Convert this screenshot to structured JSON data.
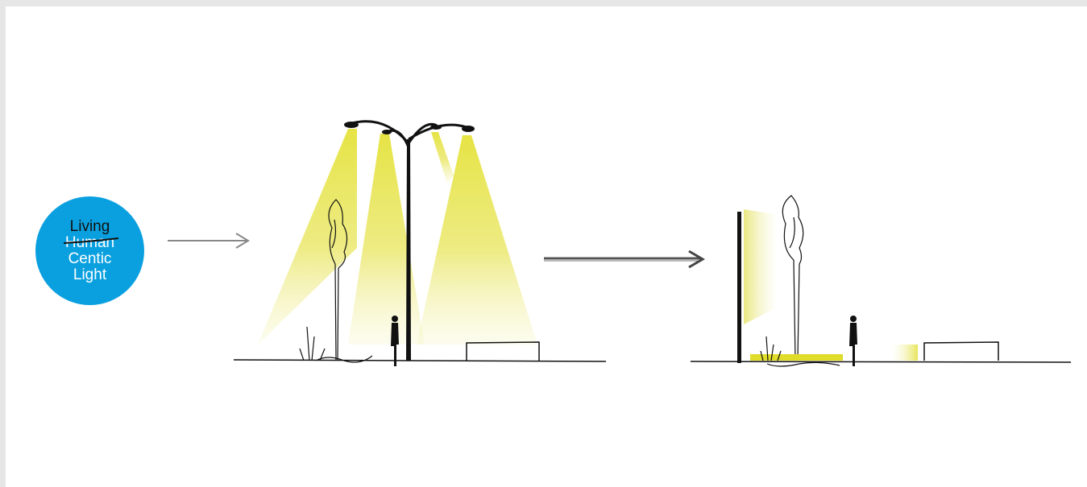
{
  "badge": {
    "line1": "Living",
    "line2": "Human",
    "line3": "Centic",
    "line4": "Light"
  },
  "colors": {
    "badge": "#0aa0e0",
    "light_cone": "#e4e23a",
    "arrow_grey": "#888888",
    "arrow_dark": "#444444",
    "ink": "#111111"
  },
  "icons": [
    "right-arrow-icon",
    "right-arrow-icon",
    "street-lamp-icon",
    "tree-icon",
    "person-icon",
    "bench-icon",
    "wall-light-icon",
    "grass-icon"
  ]
}
